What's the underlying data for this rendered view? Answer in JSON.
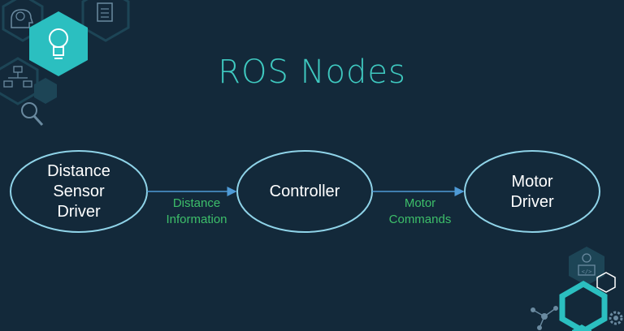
{
  "title": "ROS Nodes",
  "nodes": [
    {
      "id": "distance-sensor-driver",
      "label": "Distance\nSensor\nDriver"
    },
    {
      "id": "controller",
      "label": "Controller"
    },
    {
      "id": "motor-driver",
      "label": "Motor\nDriver"
    }
  ],
  "edges": [
    {
      "from": "distance-sensor-driver",
      "to": "controller",
      "label": "Distance\nInformation"
    },
    {
      "from": "controller",
      "to": "motor-driver",
      "label": "Motor\nCommands"
    }
  ],
  "colors": {
    "background": "#13293a",
    "title": "#3fc9c0",
    "node_border": "#8fd3e8",
    "arrow": "#4e9ad6",
    "edge_label": "#3dbf6a",
    "accent_teal": "#2bbfc0",
    "accent_dark": "#1d4556"
  },
  "icons": [
    "brain-head-icon",
    "document-icon",
    "lightbulb-icon",
    "flowchart-icon",
    "magnifier-icon",
    "developer-icon",
    "molecule-icon",
    "gear-icon"
  ]
}
